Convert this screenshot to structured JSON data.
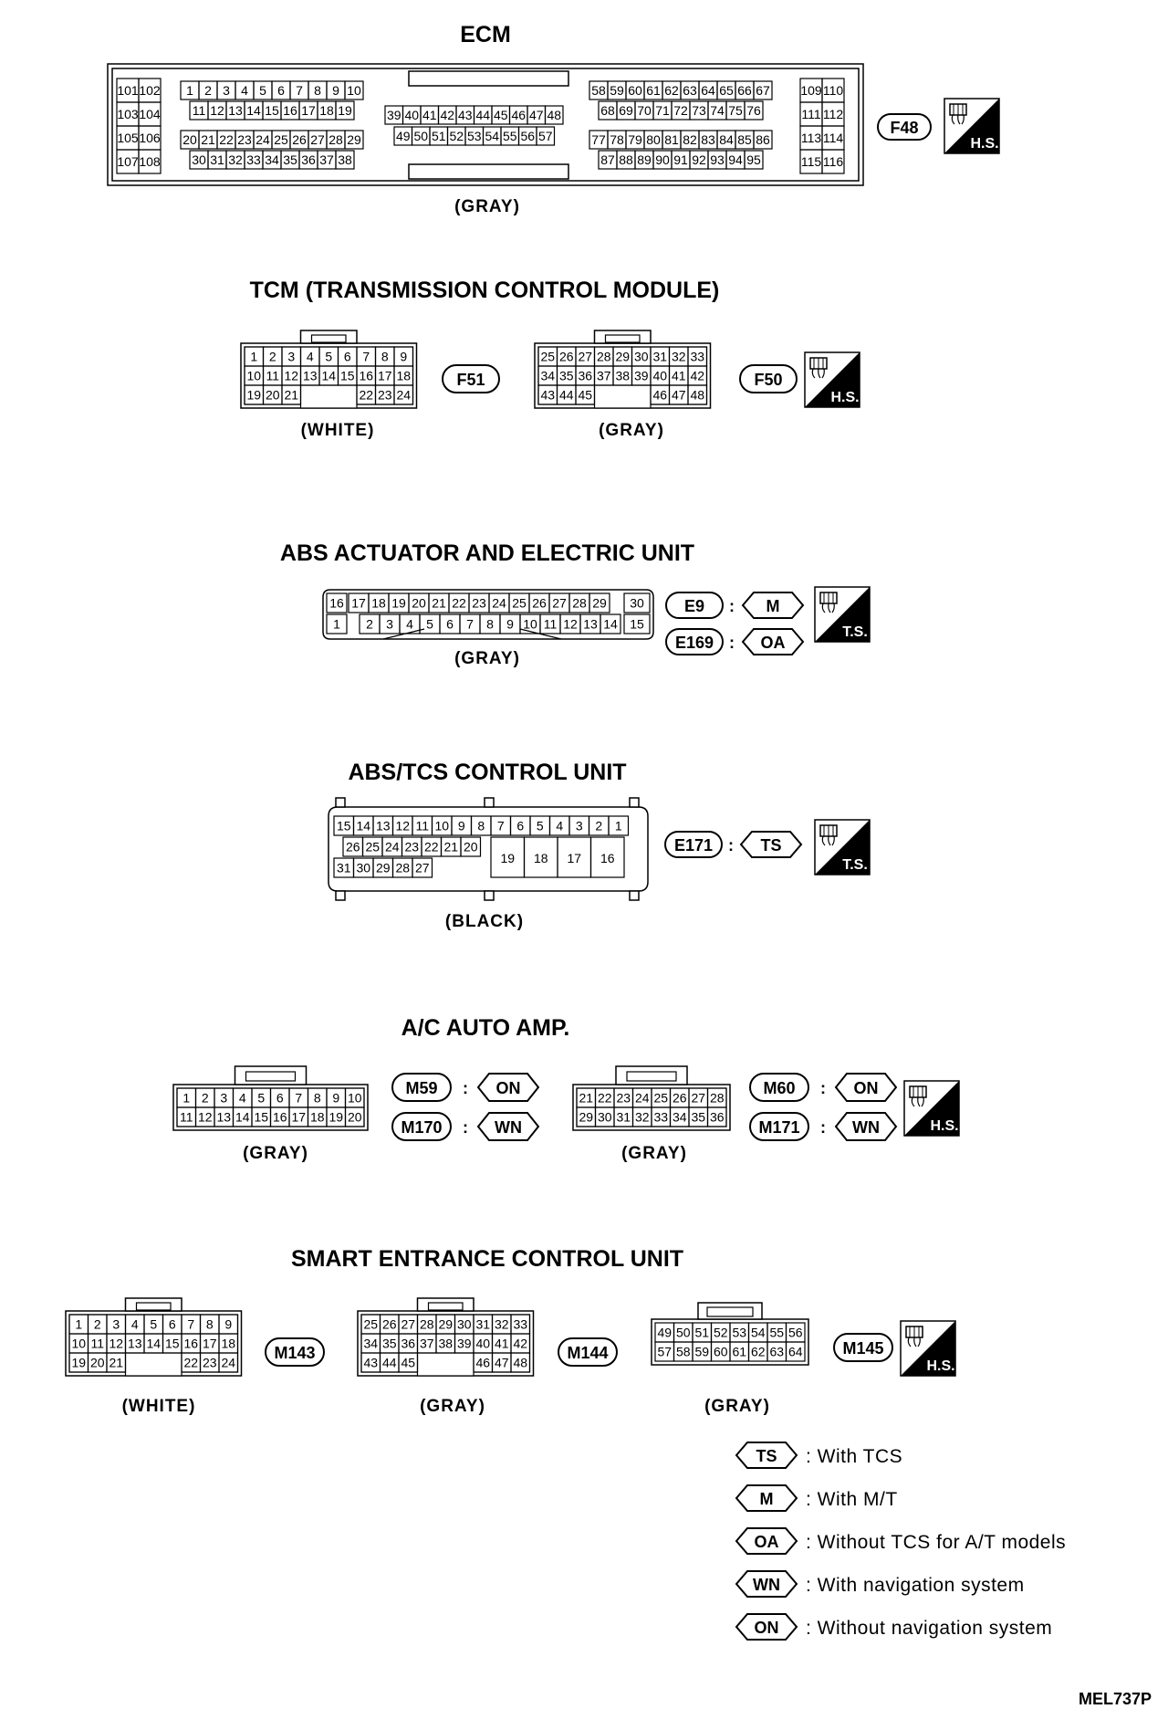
{
  "document_code": "MEL737P",
  "ecm": {
    "title": "ECM",
    "color": "(GRAY)",
    "connector": "F48",
    "corner_pins": [
      [
        "101",
        "102"
      ],
      [
        "103",
        "104"
      ],
      [
        "105",
        "106"
      ],
      [
        "107",
        "108"
      ]
    ],
    "right_corner_pins": [
      [
        "109",
        "110"
      ],
      [
        "111",
        "112"
      ],
      [
        "113",
        "114"
      ],
      [
        "115",
        "116"
      ]
    ],
    "block_a": [
      [
        "1",
        "2",
        "3",
        "4",
        "5",
        "6",
        "7",
        "8",
        "9",
        "10"
      ],
      [
        "11",
        "12",
        "13",
        "14",
        "15",
        "16",
        "17",
        "18",
        "19"
      ],
      [
        "20",
        "21",
        "22",
        "23",
        "24",
        "25",
        "26",
        "27",
        "28",
        "29"
      ],
      [
        "30",
        "31",
        "32",
        "33",
        "34",
        "35",
        "36",
        "37",
        "38"
      ]
    ],
    "block_b": [
      [
        "39",
        "40",
        "41",
        "42",
        "43",
        "44",
        "45",
        "46",
        "47",
        "48"
      ],
      [
        "49",
        "50",
        "51",
        "52",
        "53",
        "54",
        "55",
        "56",
        "57"
      ]
    ],
    "block_c": [
      [
        "58",
        "59",
        "60",
        "61",
        "62",
        "63",
        "64",
        "65",
        "66",
        "67"
      ],
      [
        "68",
        "69",
        "70",
        "71",
        "72",
        "73",
        "74",
        "75",
        "76"
      ],
      [
        "77",
        "78",
        "79",
        "80",
        "81",
        "82",
        "83",
        "84",
        "85",
        "86"
      ],
      [
        "87",
        "88",
        "89",
        "90",
        "91",
        "92",
        "93",
        "94",
        "95"
      ]
    ],
    "badge": "H.S."
  },
  "tcm": {
    "title": "TCM (TRANSMISSION CONTROL MODULE)",
    "left": {
      "color": "(WHITE)",
      "connector": "F51",
      "rows": [
        [
          "1",
          "2",
          "3",
          "4",
          "5",
          "6",
          "7",
          "8",
          "9"
        ],
        [
          "10",
          "11",
          "12",
          "13",
          "14",
          "15",
          "16",
          "17",
          "18"
        ],
        [
          "19",
          "20",
          "21",
          "",
          "",
          "",
          "22",
          "23",
          "24"
        ]
      ]
    },
    "right": {
      "color": "(GRAY)",
      "connector": "F50",
      "rows": [
        [
          "25",
          "26",
          "27",
          "28",
          "29",
          "30",
          "31",
          "32",
          "33"
        ],
        [
          "34",
          "35",
          "36",
          "37",
          "38",
          "39",
          "40",
          "41",
          "42"
        ],
        [
          "43",
          "44",
          "45",
          "",
          "",
          "",
          "46",
          "47",
          "48"
        ]
      ]
    },
    "badge": "H.S."
  },
  "abs_actuator": {
    "title": "ABS ACTUATOR AND ELECTRIC UNIT",
    "color": "(GRAY)",
    "top_row": [
      "17",
      "18",
      "19",
      "20",
      "21",
      "22",
      "23",
      "24",
      "25",
      "26",
      "27",
      "28",
      "29"
    ],
    "bottom_row": [
      "2",
      "3",
      "4",
      "5",
      "6",
      "7",
      "8",
      "9",
      "10",
      "11",
      "12",
      "13",
      "14"
    ],
    "end_pins": {
      "left_top": "16",
      "left_bottom": "1",
      "right_top": "30",
      "right_bottom": "15"
    },
    "connectors": [
      {
        "code": "E9",
        "tag": "M"
      },
      {
        "code": "E169",
        "tag": "OA"
      }
    ],
    "separator": ":",
    "badge": "T.S."
  },
  "abs_tcs": {
    "title": "ABS/TCS CONTROL UNIT",
    "color": "(BLACK)",
    "top_row": [
      "15",
      "14",
      "13",
      "12",
      "11",
      "10",
      "9",
      "8",
      "7",
      "6",
      "5",
      "4",
      "3",
      "2",
      "1"
    ],
    "mid_row": [
      "26",
      "25",
      "24",
      "23",
      "22",
      "21",
      "20"
    ],
    "bottom_row": [
      "31",
      "30",
      "29",
      "28",
      "27"
    ],
    "large_pins": [
      "19",
      "18",
      "17",
      "16"
    ],
    "connector": "E171",
    "tag": "TS",
    "separator": ":",
    "badge": "T.S."
  },
  "ac_amp": {
    "title": "A/C AUTO AMP.",
    "left": {
      "color": "(GRAY)",
      "rows": [
        [
          "1",
          "2",
          "3",
          "4",
          "5",
          "6",
          "7",
          "8",
          "9",
          "10"
        ],
        [
          "11",
          "12",
          "13",
          "14",
          "15",
          "16",
          "17",
          "18",
          "19",
          "20"
        ]
      ],
      "connectors": [
        {
          "code": "M59",
          "tag": "ON"
        },
        {
          "code": "M170",
          "tag": "WN"
        }
      ]
    },
    "right": {
      "color": "(GRAY)",
      "rows": [
        [
          "21",
          "22",
          "23",
          "24",
          "25",
          "26",
          "27",
          "28"
        ],
        [
          "29",
          "30",
          "31",
          "32",
          "33",
          "34",
          "35",
          "36"
        ]
      ],
      "connectors": [
        {
          "code": "M60",
          "tag": "ON"
        },
        {
          "code": "M171",
          "tag": "WN"
        }
      ]
    },
    "separator": ":",
    "badge": "H.S."
  },
  "smart_entrance": {
    "title": "SMART ENTRANCE CONTROL UNIT",
    "c1": {
      "color": "(WHITE)",
      "connector": "M143",
      "rows": [
        [
          "1",
          "2",
          "3",
          "4",
          "5",
          "6",
          "7",
          "8",
          "9"
        ],
        [
          "10",
          "11",
          "12",
          "13",
          "14",
          "15",
          "16",
          "17",
          "18"
        ],
        [
          "19",
          "20",
          "21",
          "",
          "",
          "",
          "22",
          "23",
          "24"
        ]
      ]
    },
    "c2": {
      "color": "(GRAY)",
      "connector": "M144",
      "rows": [
        [
          "25",
          "26",
          "27",
          "28",
          "29",
          "30",
          "31",
          "32",
          "33"
        ],
        [
          "34",
          "35",
          "36",
          "37",
          "38",
          "39",
          "40",
          "41",
          "42"
        ],
        [
          "43",
          "44",
          "45",
          "",
          "",
          "",
          "46",
          "47",
          "48"
        ]
      ]
    },
    "c3": {
      "color": "(GRAY)",
      "connector": "M145",
      "rows": [
        [
          "49",
          "50",
          "51",
          "52",
          "53",
          "54",
          "55",
          "56"
        ],
        [
          "57",
          "58",
          "59",
          "60",
          "61",
          "62",
          "63",
          "64"
        ]
      ]
    },
    "badge": "H.S."
  },
  "legend": [
    {
      "tag": "TS",
      "text": ": With TCS"
    },
    {
      "tag": "M",
      "text": ": With M/T"
    },
    {
      "tag": "OA",
      "text": ": Without TCS for A/T models"
    },
    {
      "tag": "WN",
      "text": ": With navigation system"
    },
    {
      "tag": "ON",
      "text": ": Without navigation system"
    }
  ]
}
